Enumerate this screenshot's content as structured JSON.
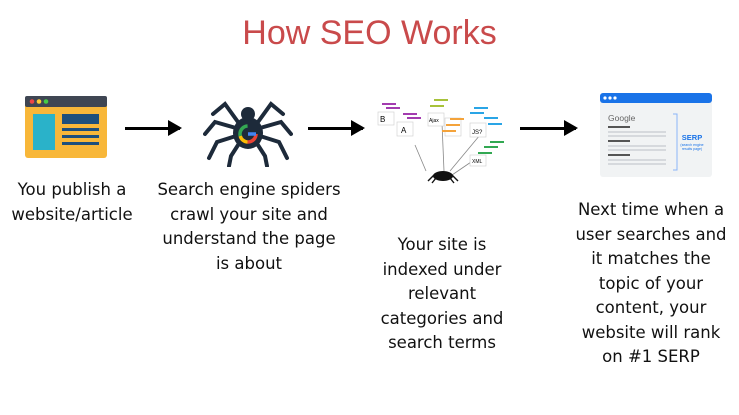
{
  "title": "How SEO Works",
  "steps": [
    {
      "icon": "browser-window-icon",
      "text": "You publish a website/article"
    },
    {
      "icon": "google-spider-icon",
      "text": "Search engine spiders crawl your site and understand the page is about"
    },
    {
      "icon": "index-tree-icon",
      "text": "Your site is indexed under relevant categories and search terms",
      "labels": [
        "B",
        "A",
        "Ajax",
        "JS?",
        "XML"
      ]
    },
    {
      "icon": "serp-page-icon",
      "text": "Next time when a user searches and it matches the topic of your content, your website will rank on #1 SERP",
      "labels": {
        "brand": "Google",
        "serp": "SERP",
        "serp_sub1": "(search engine",
        "serp_sub2": "results page)"
      }
    }
  ],
  "colors": {
    "title": "#c94a4b",
    "browser": "#f8b739",
    "accent": "#1a73e8"
  }
}
